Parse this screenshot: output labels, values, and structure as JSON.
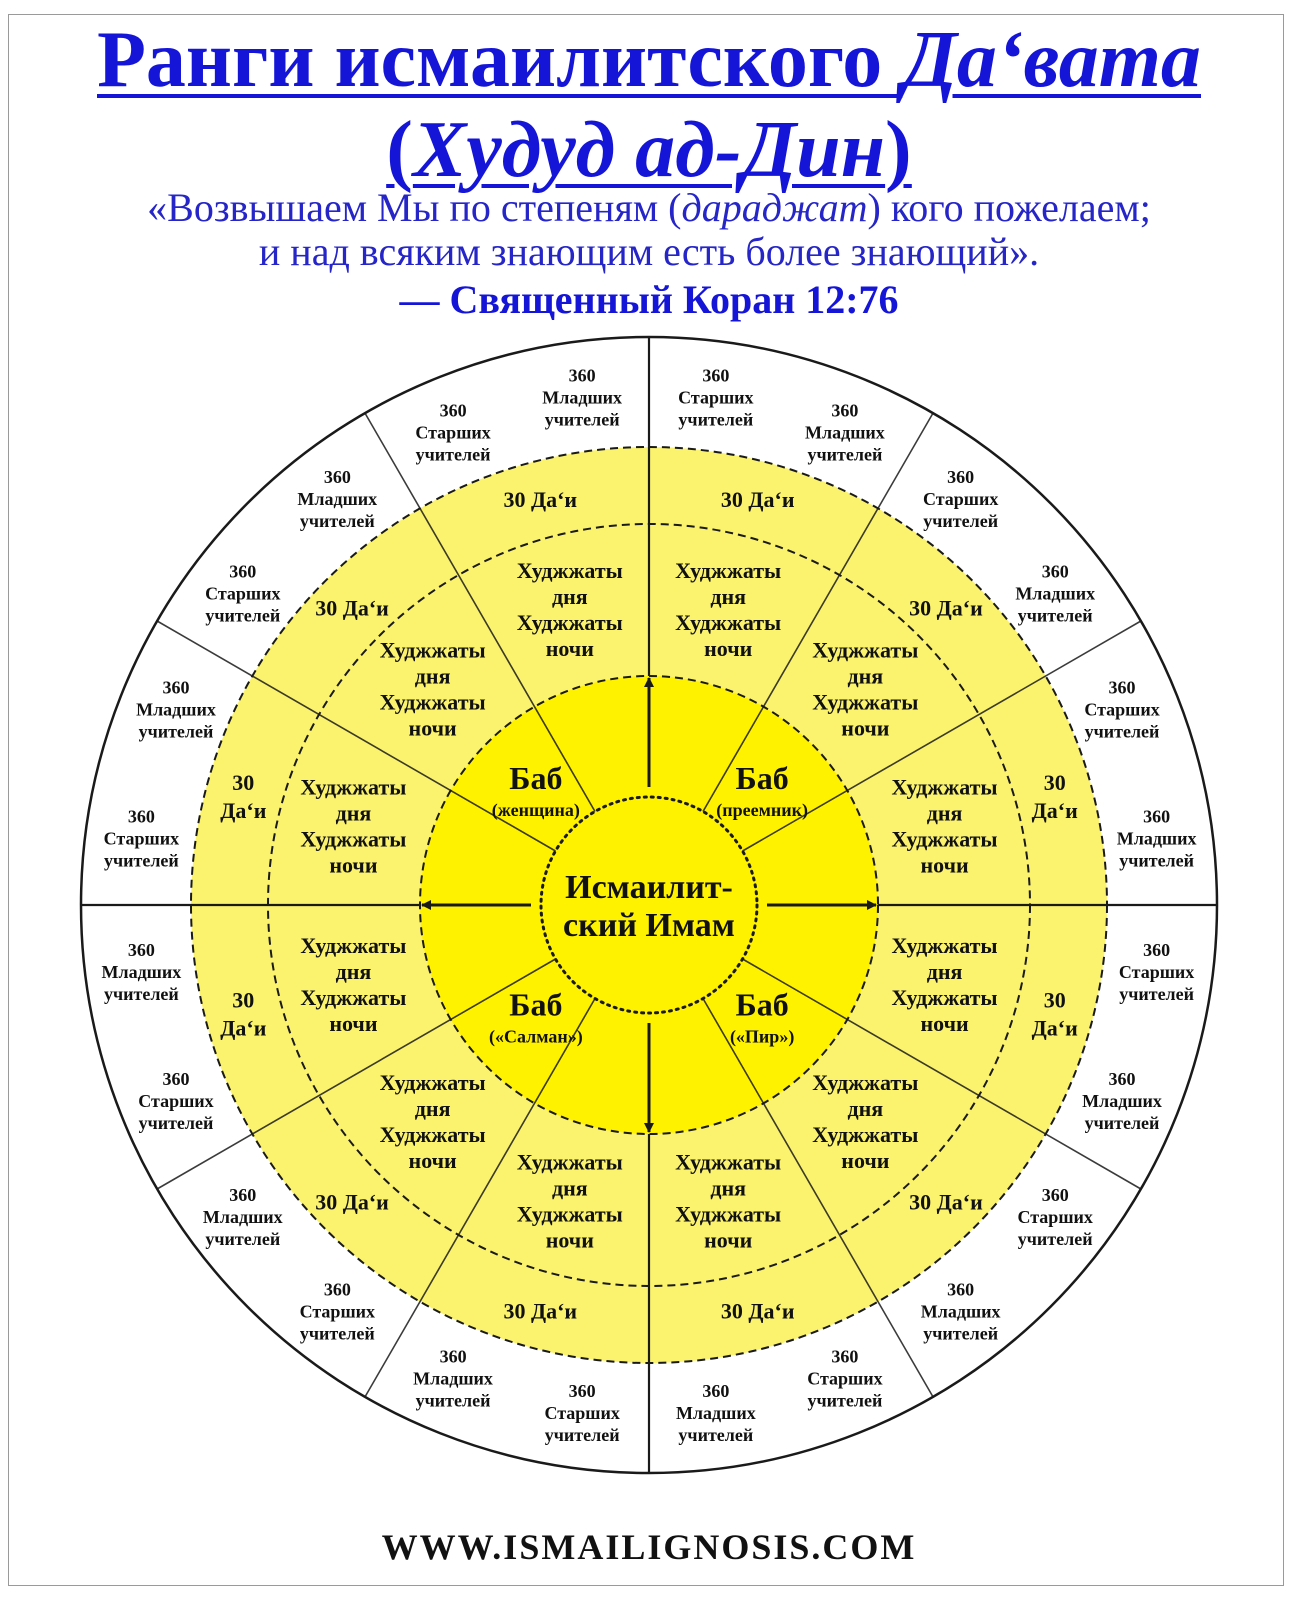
{
  "header": {
    "title_main": "Ранги исмаилитского ",
    "title_italic": "Даʻвата",
    "subtitle_open": "(",
    "subtitle_italic": "Худуд ад-Дин",
    "subtitle_close": ")",
    "quote_line1_a": "«Возвышаем Мы по степеням (",
    "quote_line1_italic": "дараджат",
    "quote_line1_b": ") кого пожелаем;",
    "quote_line2": "и над всяким знающим есть более знающий».",
    "quote_source": "— Священный Коран 12:76"
  },
  "center": {
    "line1": "Исмаилит-",
    "line2": "ский Имам"
  },
  "babs": [
    {
      "name": "Баб",
      "role": "(преемник)"
    },
    {
      "name": "Баб",
      "role": "(женщина)"
    },
    {
      "name": "Баб",
      "role": "(«Салман»)"
    },
    {
      "name": "Баб",
      "role": "(«Пир»)"
    }
  ],
  "hujjat": {
    "day": [
      "Худжжаты",
      "дня"
    ],
    "night": [
      "Худжжаты",
      "ночи"
    ]
  },
  "dai": {
    "inline": "30 Даʻи",
    "number": "30",
    "word": "Даʻи"
  },
  "teachers": {
    "number": "360",
    "senior": [
      "Старших",
      "учителей"
    ],
    "junior": [
      "Младших",
      "учителей"
    ]
  },
  "colors": {
    "title": "#1515d8",
    "yellow_outer": "#fbf36e",
    "yellow_inner": "#fff200",
    "line": "#1a1a1a"
  },
  "footer": {
    "website": "WWW.ISMAILIGNOSIS.COM"
  }
}
